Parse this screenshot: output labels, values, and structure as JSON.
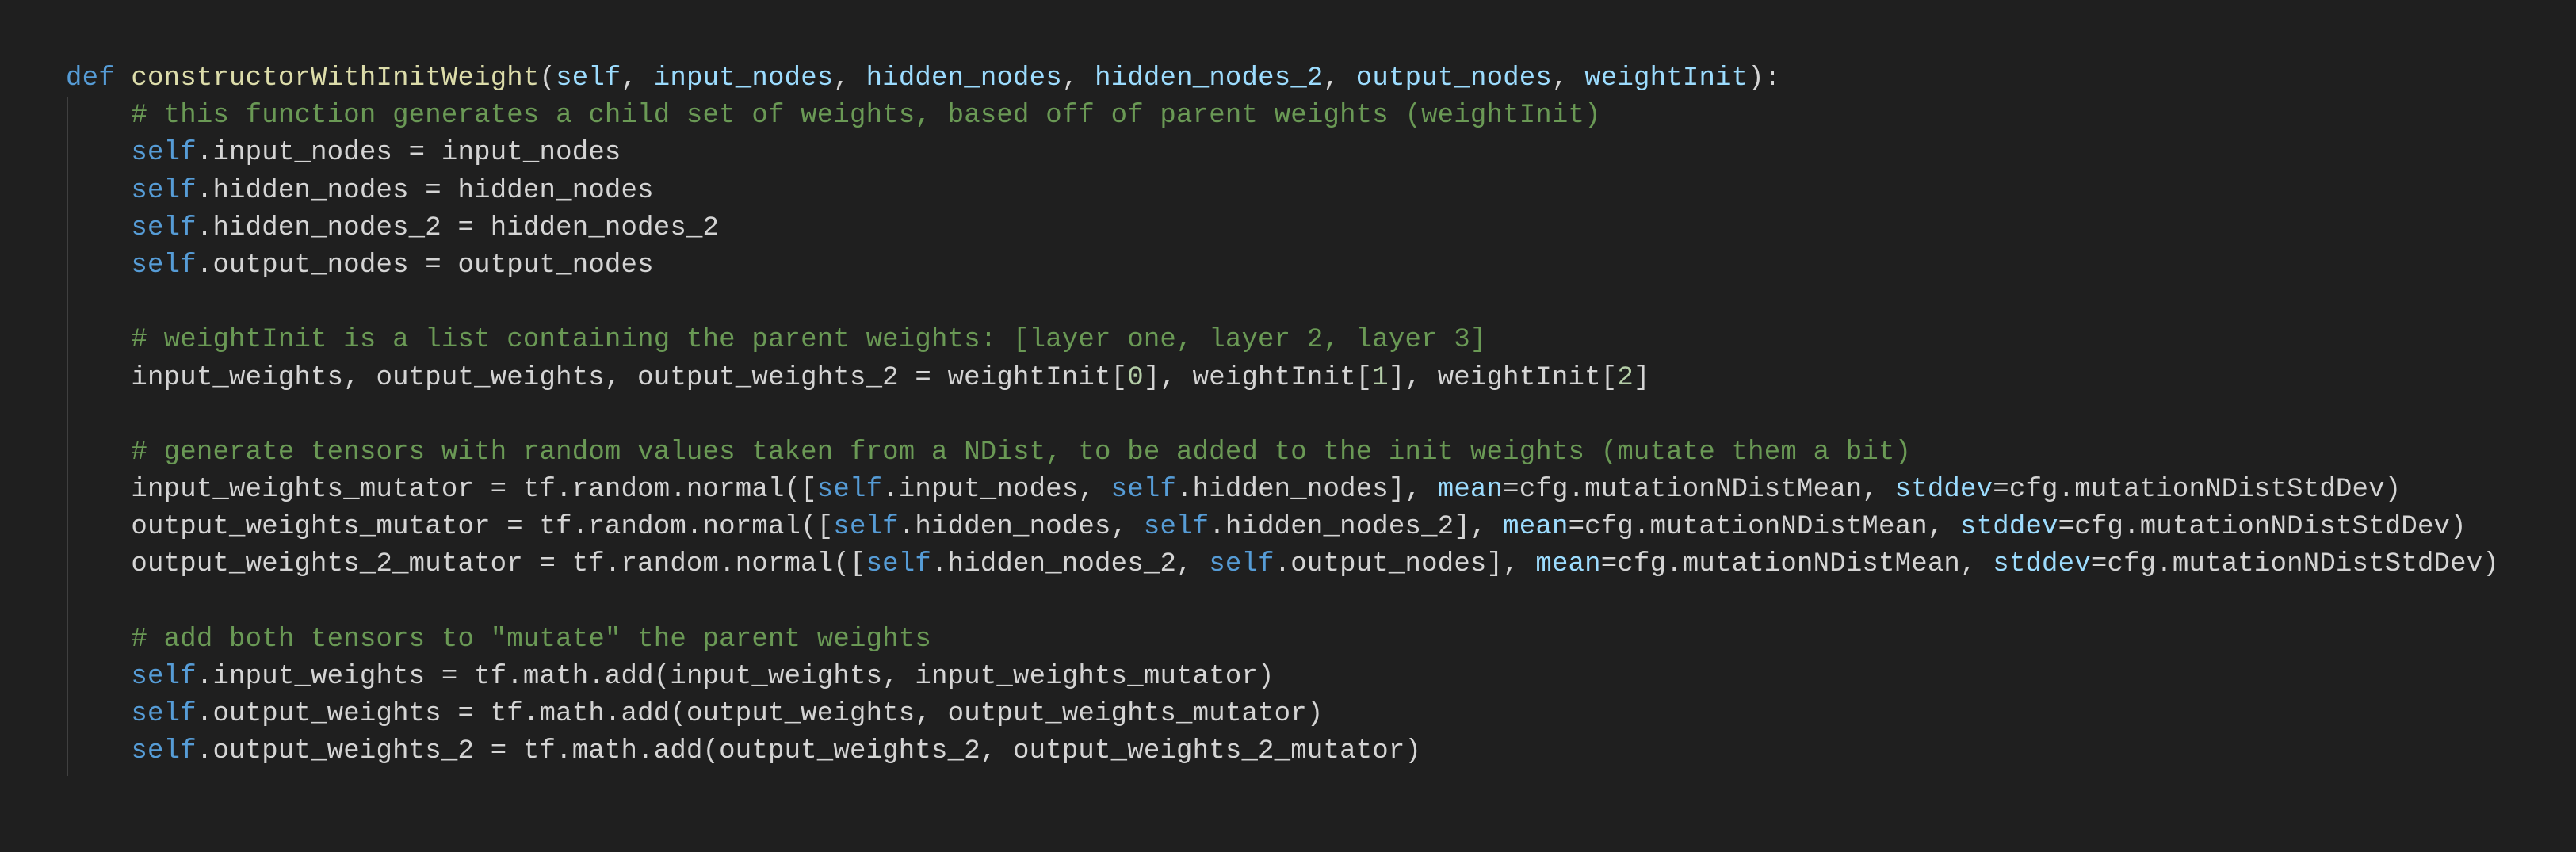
{
  "editor": {
    "colors": {
      "background": "#1f1f1f",
      "keyword": "#569cd6",
      "function": "#dcdcaa",
      "parameter": "#9cdcfe",
      "comment": "#6a9955",
      "number": "#b5cea8",
      "text": "#d4d4d4"
    },
    "lines": [
      [
        [
          "k",
          "def"
        ],
        [
          "t",
          " "
        ],
        [
          "f",
          "constructorWithInitWeight"
        ],
        [
          "t",
          "("
        ],
        [
          "p",
          "self"
        ],
        [
          "t",
          ", "
        ],
        [
          "p",
          "input_nodes"
        ],
        [
          "t",
          ", "
        ],
        [
          "p",
          "hidden_nodes"
        ],
        [
          "t",
          ", "
        ],
        [
          "p",
          "hidden_nodes_2"
        ],
        [
          "t",
          ", "
        ],
        [
          "p",
          "output_nodes"
        ],
        [
          "t",
          ", "
        ],
        [
          "p",
          "weightInit"
        ],
        [
          "t",
          "):"
        ]
      ],
      [
        [
          "t",
          "    "
        ],
        [
          "c",
          "# this function generates a child set of weights, based off of parent weights (weightInit)"
        ]
      ],
      [
        [
          "t",
          "    "
        ],
        [
          "k",
          "self"
        ],
        [
          "t",
          ".input_nodes = input_nodes"
        ]
      ],
      [
        [
          "t",
          "    "
        ],
        [
          "k",
          "self"
        ],
        [
          "t",
          ".hidden_nodes = hidden_nodes"
        ]
      ],
      [
        [
          "t",
          "    "
        ],
        [
          "k",
          "self"
        ],
        [
          "t",
          ".hidden_nodes_2 = hidden_nodes_2"
        ]
      ],
      [
        [
          "t",
          "    "
        ],
        [
          "k",
          "self"
        ],
        [
          "t",
          ".output_nodes = output_nodes"
        ]
      ],
      [
        [
          "t",
          " "
        ]
      ],
      [
        [
          "t",
          "    "
        ],
        [
          "c",
          "# weightInit is a list containing the parent weights: [layer one, layer 2, layer 3]"
        ]
      ],
      [
        [
          "t",
          "    input_weights, output_weights, output_weights_2 = weightInit["
        ],
        [
          "n",
          "0"
        ],
        [
          "t",
          "], weightInit["
        ],
        [
          "n",
          "1"
        ],
        [
          "t",
          "], weightInit["
        ],
        [
          "n",
          "2"
        ],
        [
          "t",
          "]"
        ]
      ],
      [
        [
          "t",
          " "
        ]
      ],
      [
        [
          "t",
          "    "
        ],
        [
          "c",
          "# generate tensors with random values taken from a NDist, to be added to the init weights (mutate them a bit)"
        ]
      ],
      [
        [
          "t",
          "    input_weights_mutator = tf.random.normal(["
        ],
        [
          "k",
          "self"
        ],
        [
          "t",
          ".input_nodes, "
        ],
        [
          "k",
          "self"
        ],
        [
          "t",
          ".hidden_nodes], "
        ],
        [
          "p",
          "mean"
        ],
        [
          "t",
          "=cfg.mutationNDistMean, "
        ],
        [
          "p",
          "stddev"
        ],
        [
          "t",
          "=cfg.mutationNDistStdDev)"
        ]
      ],
      [
        [
          "t",
          "    output_weights_mutator = tf.random.normal(["
        ],
        [
          "k",
          "self"
        ],
        [
          "t",
          ".hidden_nodes, "
        ],
        [
          "k",
          "self"
        ],
        [
          "t",
          ".hidden_nodes_2], "
        ],
        [
          "p",
          "mean"
        ],
        [
          "t",
          "=cfg.mutationNDistMean, "
        ],
        [
          "p",
          "stddev"
        ],
        [
          "t",
          "=cfg.mutationNDistStdDev)"
        ]
      ],
      [
        [
          "t",
          "    output_weights_2_mutator = tf.random.normal(["
        ],
        [
          "k",
          "self"
        ],
        [
          "t",
          ".hidden_nodes_2, "
        ],
        [
          "k",
          "self"
        ],
        [
          "t",
          ".output_nodes], "
        ],
        [
          "p",
          "mean"
        ],
        [
          "t",
          "=cfg.mutationNDistMean, "
        ],
        [
          "p",
          "stddev"
        ],
        [
          "t",
          "=cfg.mutationNDistStdDev)"
        ]
      ],
      [
        [
          "t",
          " "
        ]
      ],
      [
        [
          "t",
          "    "
        ],
        [
          "c",
          "# add both tensors to \"mutate\" the parent weights"
        ]
      ],
      [
        [
          "t",
          "    "
        ],
        [
          "k",
          "self"
        ],
        [
          "t",
          ".input_weights = tf.math.add(input_weights, input_weights_mutator)"
        ]
      ],
      [
        [
          "t",
          "    "
        ],
        [
          "k",
          "self"
        ],
        [
          "t",
          ".output_weights = tf.math.add(output_weights, output_weights_mutator)"
        ]
      ],
      [
        [
          "t",
          "    "
        ],
        [
          "k",
          "self"
        ],
        [
          "t",
          ".output_weights_2 = tf.math.add(output_weights_2, output_weights_2_mutator)"
        ]
      ]
    ]
  }
}
